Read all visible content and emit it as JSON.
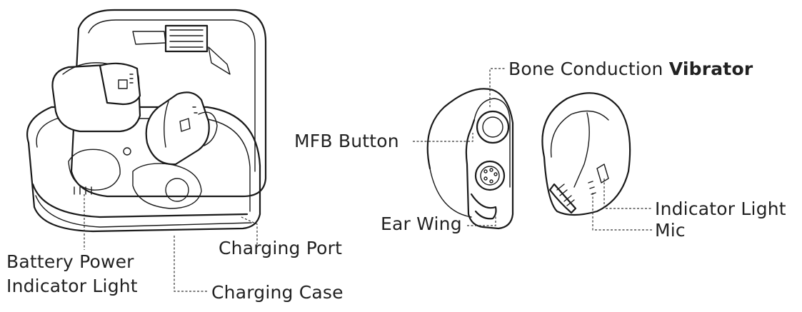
{
  "labels": {
    "bone_conduction_prefix": "Bone Conduction",
    "bone_conduction_strong": "Vibrator",
    "mfb_button": "MFB Button",
    "ear_wing": "Ear Wing",
    "indicator_light": "Indicator Light",
    "mic": "Mic",
    "charging_port": "Charging Port",
    "battery_power_line1": "Battery Power",
    "battery_power_line2": "Indicator Light",
    "charging_case": "Charging Case"
  }
}
